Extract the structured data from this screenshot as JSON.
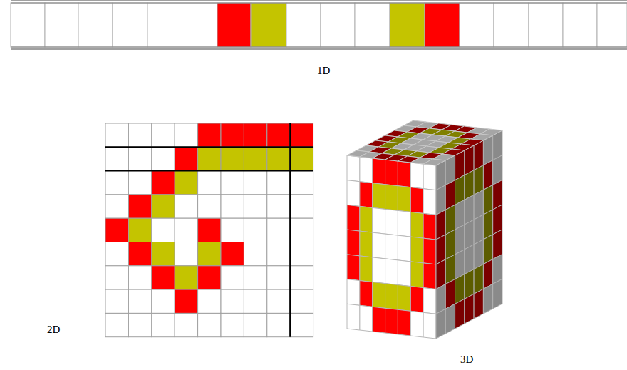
{
  "diagram": {
    "labels": [
      "1D",
      "2D",
      "3D"
    ]
  }
}
